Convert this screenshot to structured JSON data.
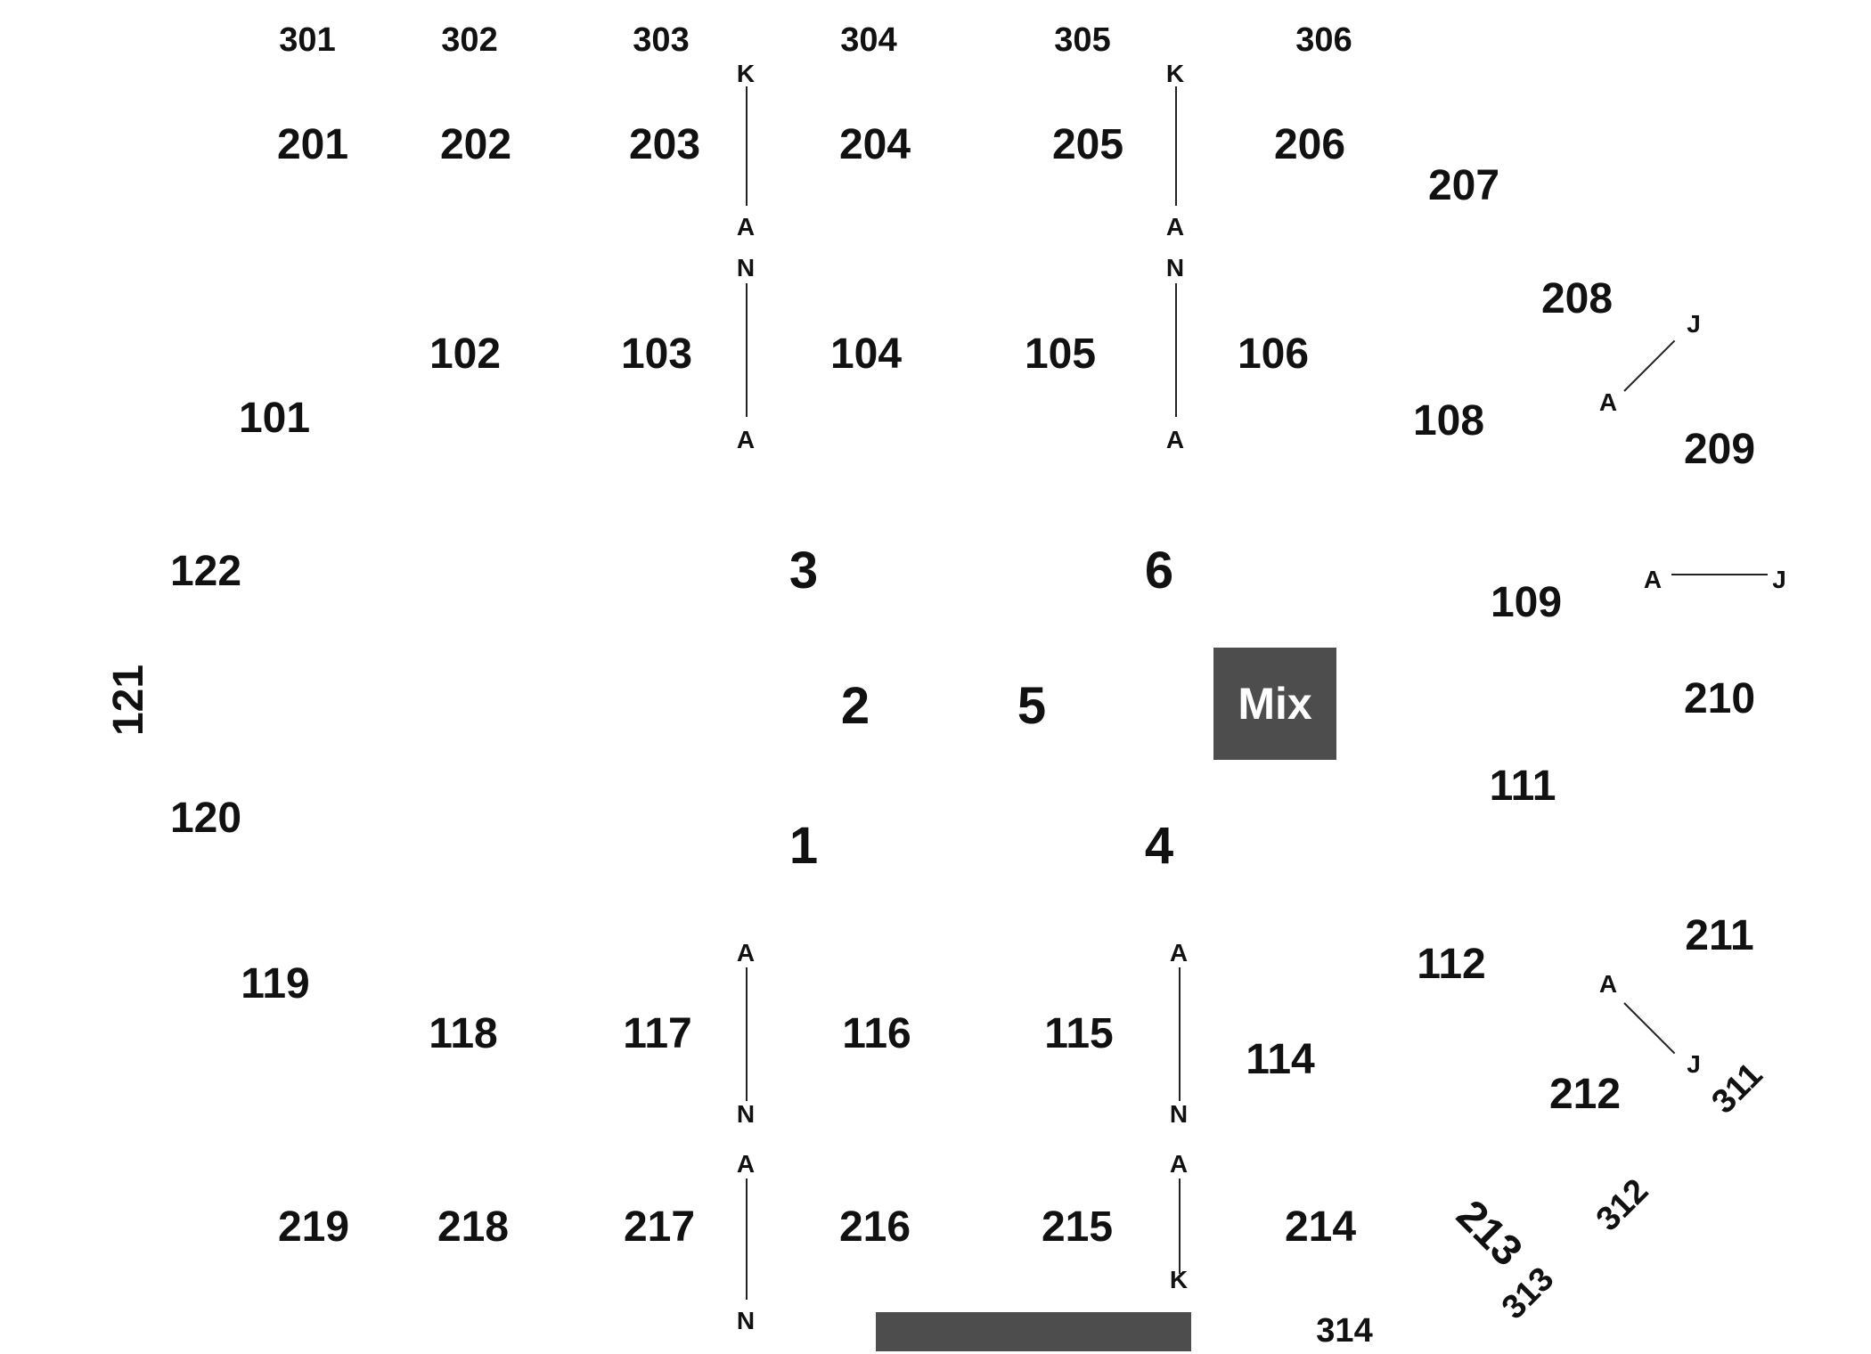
{
  "sections_300": [
    "301",
    "302",
    "303",
    "304",
    "305",
    "306",
    "311",
    "312",
    "313",
    "314"
  ],
  "sections_200": [
    "201",
    "202",
    "203",
    "204",
    "205",
    "206",
    "207",
    "208",
    "209",
    "210",
    "211",
    "212",
    "213",
    "214",
    "215",
    "216",
    "217",
    "218",
    "219"
  ],
  "sections_100": [
    "101",
    "102",
    "103",
    "104",
    "105",
    "106",
    "108",
    "109",
    "111",
    "112",
    "114",
    "115",
    "116",
    "117",
    "118",
    "119",
    "120",
    "121",
    "122"
  ],
  "floor_sections": [
    "1",
    "2",
    "3",
    "4",
    "5",
    "6"
  ],
  "row_letters": [
    "K",
    "A",
    "N",
    "J"
  ],
  "mix_label": "Mix",
  "colors": {
    "mix_booth": "#4d4d4d",
    "stage": "#4d4d4d",
    "text": "#111111",
    "background": "#ffffff"
  }
}
